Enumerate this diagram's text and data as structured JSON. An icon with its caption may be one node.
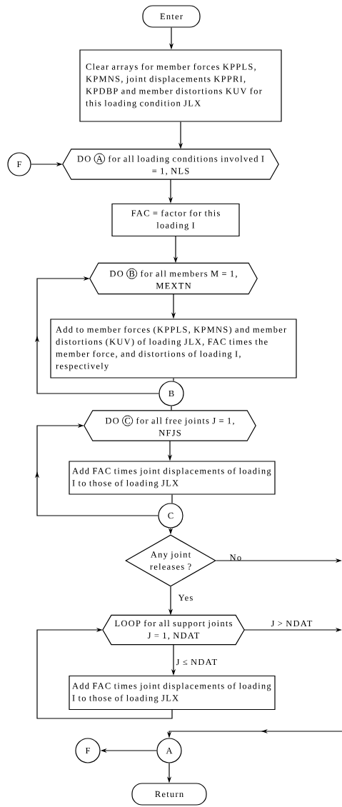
{
  "diagram": {
    "nodes": [
      {
        "text": [
          "Enter"
        ]
      },
      {
        "text": [
          "Clear arrays for member forces KPPLS, KPMNS, joint displacements KPPRI, KPDBP and member distortions KUV for this loading condition JLX"
        ]
      },
      {
        "text": [
          "F"
        ]
      },
      {
        "text": [
          "DO",
          "A",
          "for all loading conditions involved I = 1, NLS"
        ]
      },
      {
        "text": [
          "FAC = factor for this loading I"
        ]
      },
      {
        "text": [
          "DO",
          "B",
          "for all members M = 1, MEXTN"
        ]
      },
      {
        "text": [
          "Add to member forces (KPPLS, KPMNS) and member distortions (KUV) of loading JLX, FAC times the member force, and distortions of loading I, respectively"
        ]
      },
      {
        "text": [
          "B"
        ]
      },
      {
        "text": [
          "DO",
          "C",
          "for all free joints J = 1, NFJS"
        ]
      },
      {
        "text": [
          "Add FAC times joint displacements of loading I to those of loading JLX"
        ]
      },
      {
        "text": [
          "C"
        ]
      },
      {
        "text": [
          "Any joint releases ?"
        ]
      },
      {
        "text": [
          "LOOP for all support joints J = 1, NDAT"
        ]
      },
      {
        "text": [
          "Add FAC times joint displacements of loading I to those of loading JLX"
        ]
      },
      {
        "text": [
          "A"
        ]
      },
      {
        "text": [
          "F"
        ]
      },
      {
        "text": [
          "Return"
        ]
      }
    ],
    "edges": [
      {
        "from": 0,
        "to": 1,
        "arrow": "to"
      },
      {
        "from": 1,
        "to": 3,
        "arrow": "to"
      },
      {
        "from": 2,
        "to": 3,
        "arrow": "to"
      },
      {
        "from": 3,
        "to": 4,
        "arrow": "to"
      },
      {
        "from": 4,
        "to": 5,
        "arrow": "to"
      },
      {
        "from": 5,
        "to": 6,
        "arrow": "to"
      },
      {
        "from": 6,
        "to": 7,
        "arrow": "none"
      },
      {
        "from": 7,
        "to": 5,
        "arrow": "to"
      },
      {
        "from": 7,
        "to": 8,
        "arrow": "none"
      },
      {
        "from": 8,
        "to": 9,
        "arrow": "to"
      },
      {
        "from": 9,
        "to": 10,
        "arrow": "none"
      },
      {
        "from": 10,
        "to": 8,
        "arrow": "to"
      },
      {
        "from": 10,
        "to": 11,
        "arrow": "to"
      },
      {
        "from": 11,
        "to": null,
        "arrow": "to",
        "label": "No"
      },
      {
        "from": 11,
        "to": 12,
        "arrow": "to",
        "label": "Yes"
      },
      {
        "from": 12,
        "to": null,
        "arrow": "to",
        "label": "J > NDAT"
      },
      {
        "from": 12,
        "to": 13,
        "arrow": "to",
        "label": "J ≤ NDAT"
      },
      {
        "from": 13,
        "to": 12,
        "arrow": "to"
      },
      {
        "from": null,
        "to": 14,
        "arrow": "to"
      },
      {
        "from": 14,
        "to": 15,
        "arrow": "to"
      },
      {
        "from": 14,
        "to": 16,
        "arrow": "to"
      }
    ]
  }
}
